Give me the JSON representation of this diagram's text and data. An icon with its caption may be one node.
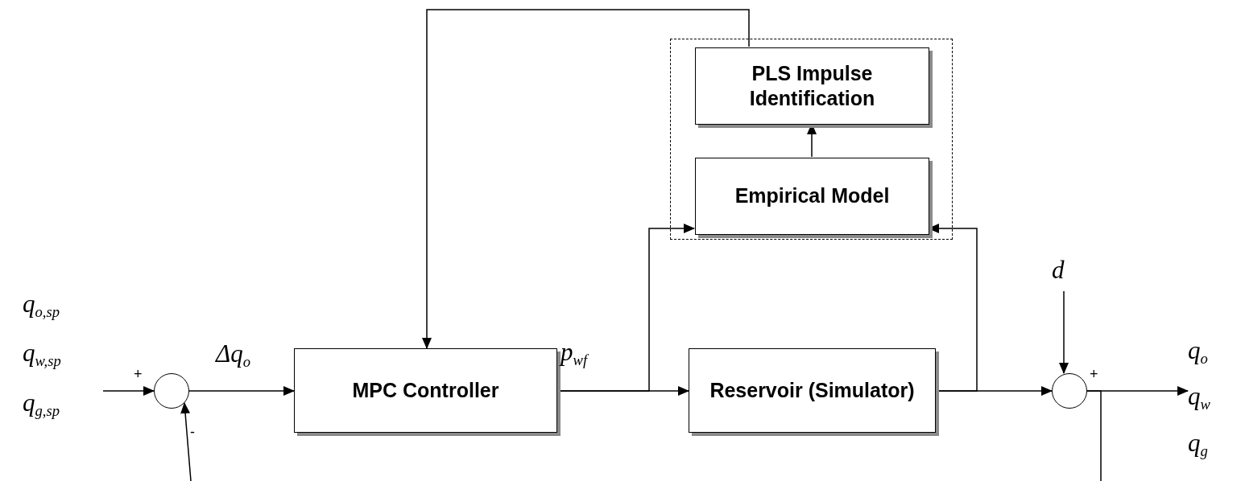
{
  "diagram": {
    "nodes": [
      {
        "text": [],
        "shape": "box"
      },
      {
        "text": [
          "PLS Impulse Identification"
        ],
        "in": 0
      },
      {
        "text": [
          "Empirical Model"
        ],
        "in": 0
      },
      {
        "text": [
          "MPC Controller"
        ]
      },
      {
        "text": [
          "Reservoir (Simulator)"
        ]
      },
      {
        "text": [],
        "shape": "circle",
        "beside": [
          "+",
          "-"
        ]
      },
      {
        "text": [],
        "shape": "circle",
        "beside": [
          "+"
        ]
      },
      {
        "text": [
          "q$_{o,sp}$",
          "q$_{w,sp}$",
          "q$_{g,sp}$"
        ]
      },
      {
        "text": [
          "d"
        ]
      },
      {
        "text": [
          "q$_{o}$",
          "q$_{w}$",
          "q$_{g}$"
        ]
      }
    ],
    "edges": [
      {
        "from": 7,
        "to": 5,
        "arrow": "to"
      },
      {
        "from": 5,
        "to": 3,
        "arrow": "to",
        "label": "Δq$_{o}$"
      },
      {
        "from": 3,
        "to": 4,
        "arrow": "to",
        "label": "p$_{wf}$"
      },
      {
        "from": 3,
        "to": 2,
        "arrow": "to"
      },
      {
        "from": 4,
        "to": 6,
        "arrow": "to"
      },
      {
        "from": 4,
        "to": 2,
        "arrow": "to"
      },
      {
        "from": 2,
        "to": 1,
        "arrow": "to"
      },
      {
        "from": 1,
        "to": 3,
        "arrow": "to"
      },
      {
        "from": 8,
        "to": 6,
        "arrow": "to"
      },
      {
        "from": 6,
        "to": 9,
        "arrow": "to"
      },
      {
        "from": 6,
        "to": null,
        "arrow": "none"
      },
      {
        "from": null,
        "to": 5,
        "arrow": "to"
      }
    ]
  }
}
